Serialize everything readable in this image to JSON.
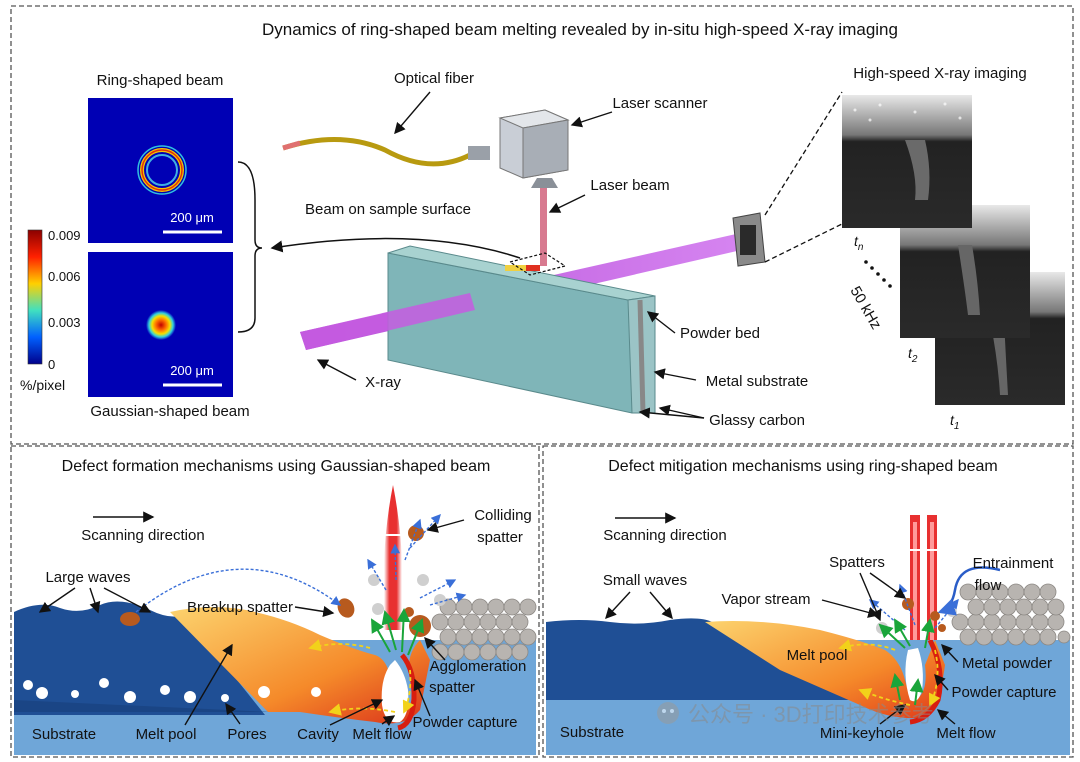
{
  "top_panel": {
    "title": "Dynamics of ring-shaped beam melting revealed by in-situ high-speed X-ray imaging",
    "ring_beam_label": "Ring-shaped beam",
    "gaussian_beam_label": "Gaussian-shaped beam",
    "scale_bar_ring": "200 μm",
    "scale_bar_gauss": "200 μm",
    "colorbar": {
      "ticks": [
        "0.009",
        "0.006",
        "0.003",
        "0"
      ],
      "unit": "%/pixel"
    },
    "labels": {
      "optical_fiber": "Optical fiber",
      "laser_scanner": "Laser scanner",
      "laser_beam": "Laser beam",
      "beam_on_surface": "Beam on sample surface",
      "xray": "X-ray",
      "powder_bed": "Powder bed",
      "metal_substrate": "Metal substrate",
      "glassy_carbon": "Glassy carbon",
      "xray_imaging": "High-speed X-ray imaging",
      "frame_tn": "t",
      "frame_tn_sub": "n",
      "frame_t2": "t",
      "frame_t2_sub": "2",
      "frame_t1": "t",
      "frame_t1_sub": "1",
      "freq": "50 kHz"
    }
  },
  "bottom_left": {
    "title": "Defect formation mechanisms using Gaussian-shaped beam",
    "scanning_direction": "Scanning direction",
    "large_waves": "Large waves",
    "breakup_spatter": "Breakup spatter",
    "colliding_spatter_1": "Colliding",
    "colliding_spatter_2": "spatter",
    "agglomeration_1": "Agglomeration",
    "agglomeration_2": "spatter",
    "powder_capture": "Powder capture",
    "substrate": "Substrate",
    "melt_pool": "Melt pool",
    "pores": "Pores",
    "cavity": "Cavity",
    "melt_flow": "Melt flow"
  },
  "bottom_right": {
    "title": "Defect mitigation mechanisms using ring-shaped beam",
    "scanning_direction": "Scanning direction",
    "small_waves": "Small waves",
    "spatters": "Spatters",
    "entrainment_1": "Entrainment",
    "entrainment_2": "flow",
    "vapor_stream": "Vapor stream",
    "melt_pool": "Melt pool",
    "metal_powder": "Metal powder",
    "powder_capture": "Powder capture",
    "substrate": "Substrate",
    "mini_keyhole": "Mini-keyhole",
    "melt_flow": "Melt flow",
    "watermark": "公众号 · 3D打印技术参考"
  },
  "colors": {
    "substrate_blue": "#6fa6d8",
    "wave_blue": "#1f4f95",
    "melt_orange": "#f5a64a",
    "laser_red": "#e02525",
    "xray_purple": "#c85ae0",
    "block_teal": "#7fb5b8"
  }
}
